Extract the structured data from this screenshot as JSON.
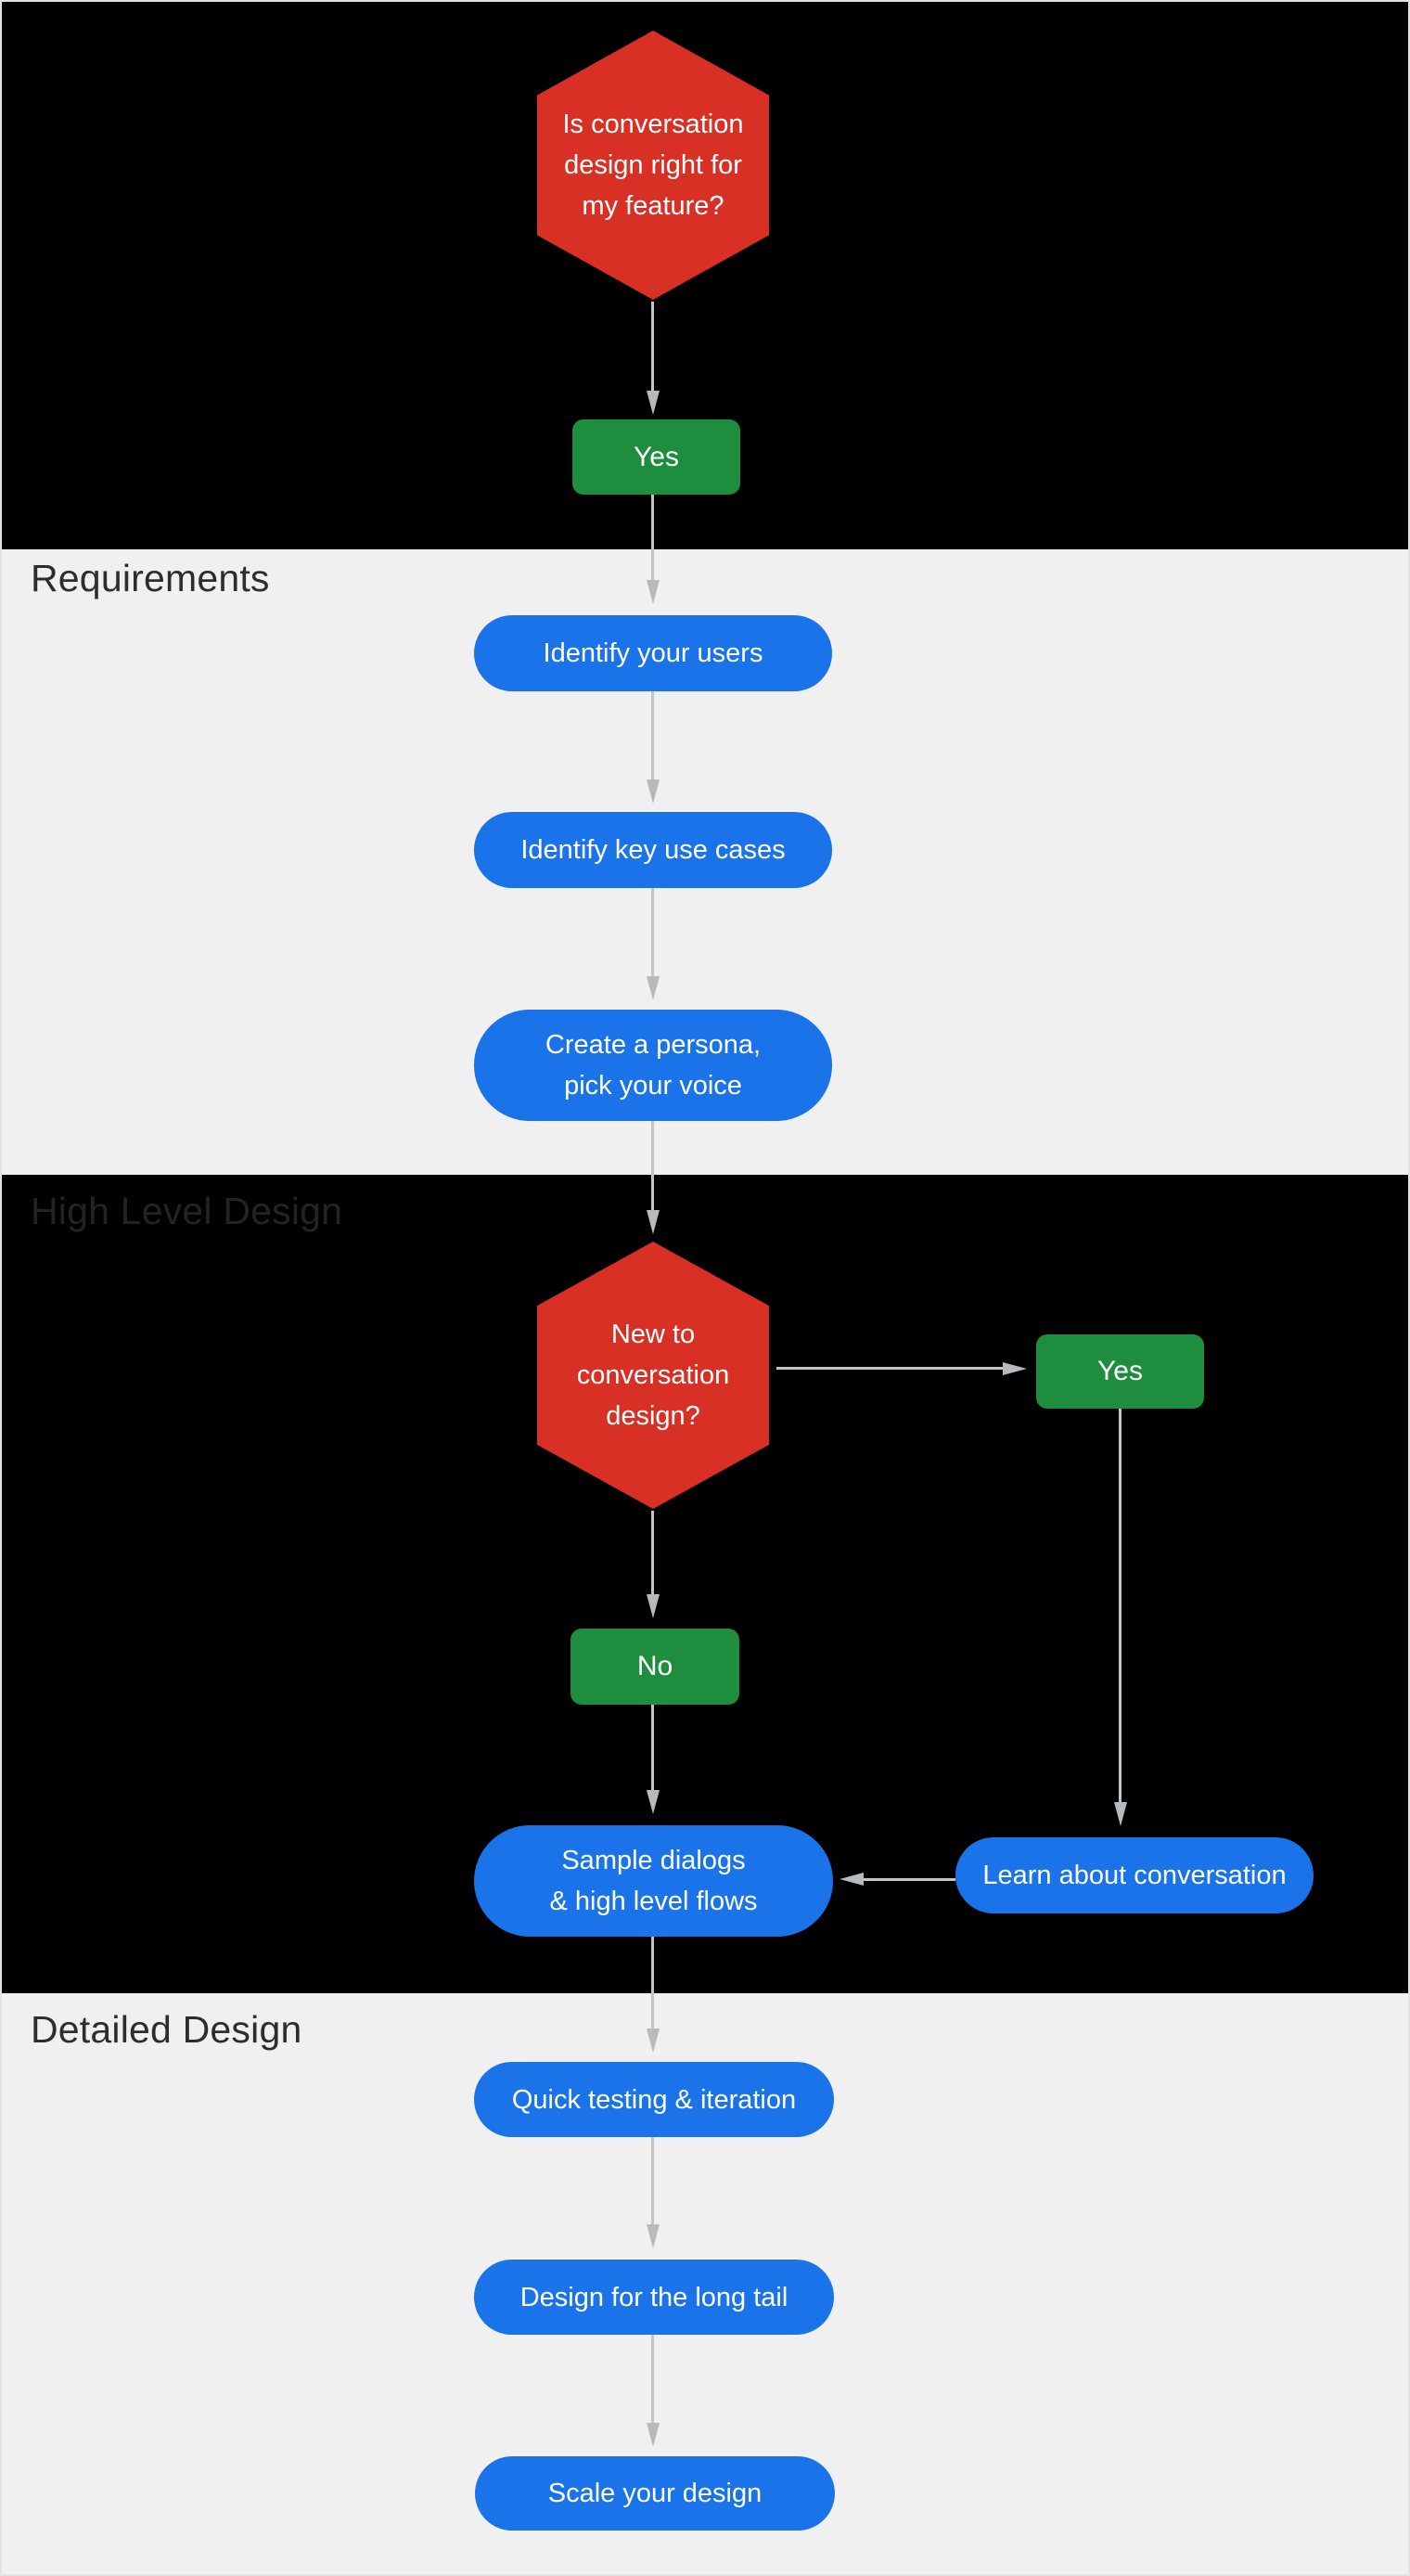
{
  "page": {
    "background_dark": "#000000",
    "background_light": "#f0f0f1",
    "frame_border_color": "#e1e2e5",
    "arrow_color": "#c3c6c9",
    "arrowhead_color": "#b6b9bd"
  },
  "colors": {
    "decision_red": "#d93025",
    "answer_green": "#1e8e3e",
    "step_blue": "#1a73e8",
    "text_white": "#ffffff",
    "section_label_on_light": "#2b2d30",
    "section_label_on_dark": "#212327"
  },
  "sections": {
    "requirements": {
      "label": "Requirements"
    },
    "high_level_design": {
      "label": "High Level Design"
    },
    "detailed_design": {
      "label": "Detailed Design"
    }
  },
  "nodes": {
    "start_decision": {
      "text": "Is conversation\ndesign right for\nmy feature?"
    },
    "start_yes": {
      "text": "Yes"
    },
    "identify_users": {
      "text": "Identify your users"
    },
    "identify_use_cases": {
      "text": "Identify key use cases"
    },
    "create_persona": {
      "text": "Create a persona,\npick your voice"
    },
    "new_to_cd": {
      "text": "New to\nconversation\ndesign?"
    },
    "new_yes": {
      "text": "Yes"
    },
    "new_no": {
      "text": "No"
    },
    "sample_dialogs": {
      "text": "Sample dialogs\n& high level flows"
    },
    "learn_conversation": {
      "text": "Learn about conversation"
    },
    "quick_testing": {
      "text": "Quick testing & iteration"
    },
    "design_long_tail": {
      "text": "Design for the long tail"
    },
    "scale_design": {
      "text": "Scale your design"
    }
  }
}
